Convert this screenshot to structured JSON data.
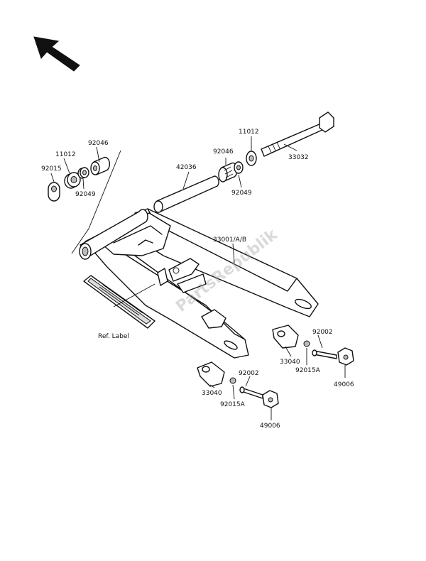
{
  "colors": {
    "line": "#111111",
    "background": "#ffffff",
    "watermark": "#bfbfbf"
  },
  "watermark": "PartsRepublik",
  "labels": {
    "p11012_left": "11012",
    "p92046_left": "92046",
    "p92015": "92015",
    "p92049_left": "92049",
    "p42036": "42036",
    "p92046_right": "92046",
    "p92049_right": "92049",
    "p11012_right": "11012",
    "p33032": "33032",
    "p33001": "33001/A/B",
    "ref_label": "Ref. Label",
    "p92002_right": "92002",
    "p33040_right": "33040",
    "p92015a_right": "92015A",
    "p49006_right": "49006",
    "p92002_lower": "92002",
    "p33040_lower": "33040",
    "p92015a_lower": "92015A",
    "p49006_lower": "49006"
  },
  "icons": {
    "direction": "arrow-up-left-icon"
  }
}
